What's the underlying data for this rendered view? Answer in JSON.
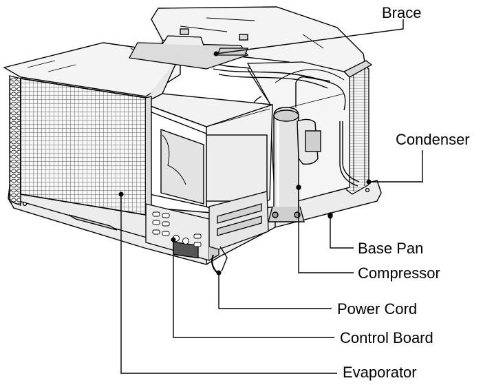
{
  "labels": {
    "brace": "Brace",
    "condenser": "Condenser",
    "base_pan": "Base Pan",
    "compressor": "Compressor",
    "power_cord": "Power Cord",
    "control_board": "Control Board",
    "evaporator": "Evaporator"
  },
  "colors": {
    "line": "#000000",
    "fill_light": "#f4f4f4",
    "fill_mid": "#d9d9d9",
    "fill_dark": "#b5b5b5",
    "coil": "#8c8c8c"
  }
}
